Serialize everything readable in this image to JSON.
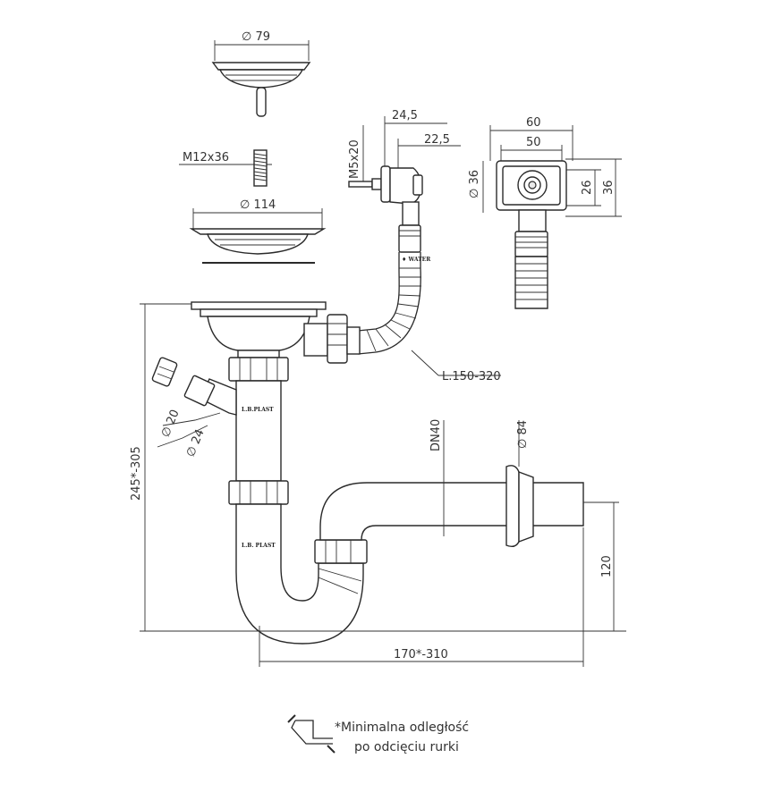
{
  "dimensions": {
    "strainer_top_dia": "∅ 79",
    "screw": "M12x36",
    "strainer_dia": "∅ 114",
    "overflow_screw": "M5x20",
    "overflow_depth_a": "24,5",
    "overflow_depth_b": "22,5",
    "overflow_width_outer": "60",
    "overflow_width_inner": "50",
    "overflow_height_left": "∅ 36",
    "overflow_height_inner": "26",
    "overflow_height_right": "36",
    "hose_length": "L.150-320",
    "side_inlet_20": "∅ 20",
    "side_inlet_24": "∅ 24",
    "outlet": "DN40",
    "wall_flange": "∅ 84",
    "total_height": "245*-305",
    "outlet_height": "120",
    "total_width": "170*-310"
  },
  "part_labels": {
    "overflow_hose": "♦ WATER",
    "tailpiece": "L.B.PLAST",
    "trap": "L.B. PLAST"
  },
  "footnote": {
    "line1": "*Minimalna odległość",
    "line2": "po odcięciu rurki",
    "icon": "hacksaw-icon"
  }
}
